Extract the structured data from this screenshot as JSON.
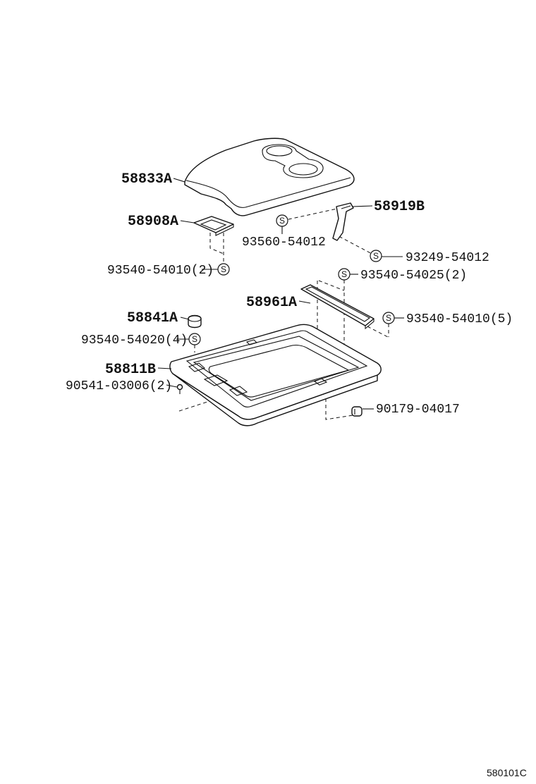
{
  "parts": {
    "top_cover": "58833A",
    "bracket_left": "58908A",
    "bracket_right": "58919B",
    "rail": "58961A",
    "cap": "58841A",
    "tray": "58811B"
  },
  "fasteners": {
    "screw_93560": "93560-54012",
    "screw_93249": "93249-54012",
    "screw_93540_54010_2": "93540-54010(2)",
    "screw_93540_54025": "93540-54025(2)",
    "screw_93540_54010_5": "93540-54010(5)",
    "screw_93540_54020": "93540-54020(4)",
    "screw_90541": "90541-03006(2)",
    "clip_90179": "90179-04017"
  },
  "standard_part_symbol": "S",
  "illustration_code": "580101C"
}
